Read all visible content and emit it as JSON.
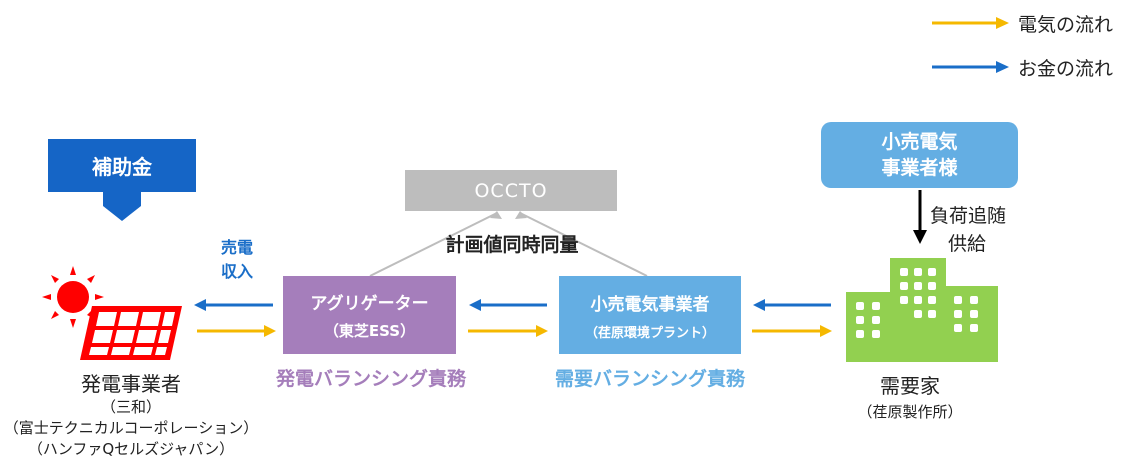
{
  "legend": {
    "electricity": {
      "label": "電気の流れ",
      "color": "#f5b800"
    },
    "money": {
      "label": "お金の流れ",
      "color": "#1a6ec8"
    }
  },
  "subsidy": {
    "label": "補助金"
  },
  "occto": {
    "label": "OCCTO"
  },
  "plan_label": "計画値同時同量",
  "sales_income": {
    "line1": "売電",
    "line2": "収入"
  },
  "aggregator": {
    "title": "アグリゲーター",
    "company": "（東芝ESS）",
    "duty": "発電バランシング責務"
  },
  "retailer": {
    "title": "小売電気事業者",
    "company": "（荏原環境プラント）",
    "duty": "需要バランシング責務"
  },
  "retail_customer": {
    "line1": "小売電気",
    "line2": "事業者様"
  },
  "load_supply": {
    "line1": "負荷追随",
    "line2": "供給"
  },
  "generator": {
    "name": "発電事業者",
    "companies": [
      "（三和）",
      "（富士テクニカルコーポレーション）",
      "（ハンファQセルズジャパン）"
    ]
  },
  "customer": {
    "name": "需要家",
    "company": "（荏原製作所）"
  },
  "colors": {
    "blue_arrow": "#1a6ec8",
    "yellow_arrow": "#f5b800",
    "aggregator": "#a57ebb",
    "retailer": "#64aee3",
    "subsidy": "#1565c6",
    "building": "#92d050",
    "sun": "#ff0000"
  }
}
